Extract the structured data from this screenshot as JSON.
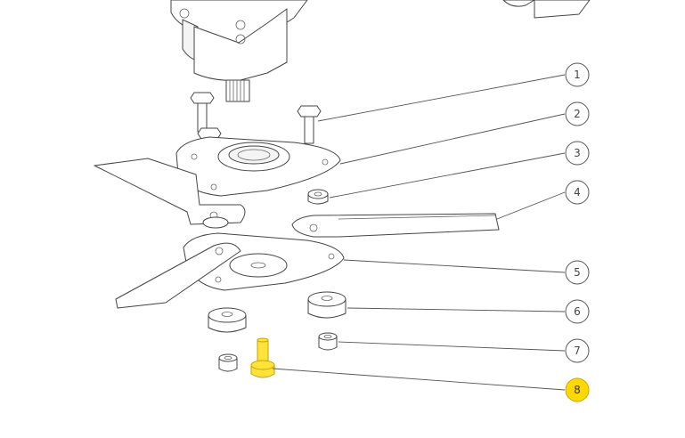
{
  "diagram": {
    "highlight_color": "#ffd800",
    "callouts": [
      {
        "label": "1",
        "highlighted": false
      },
      {
        "label": "2",
        "highlighted": false
      },
      {
        "label": "3",
        "highlighted": false
      },
      {
        "label": "4",
        "highlighted": false
      },
      {
        "label": "5",
        "highlighted": false
      },
      {
        "label": "6",
        "highlighted": false
      },
      {
        "label": "7",
        "highlighted": false
      },
      {
        "label": "8",
        "highlighted": true
      }
    ]
  }
}
